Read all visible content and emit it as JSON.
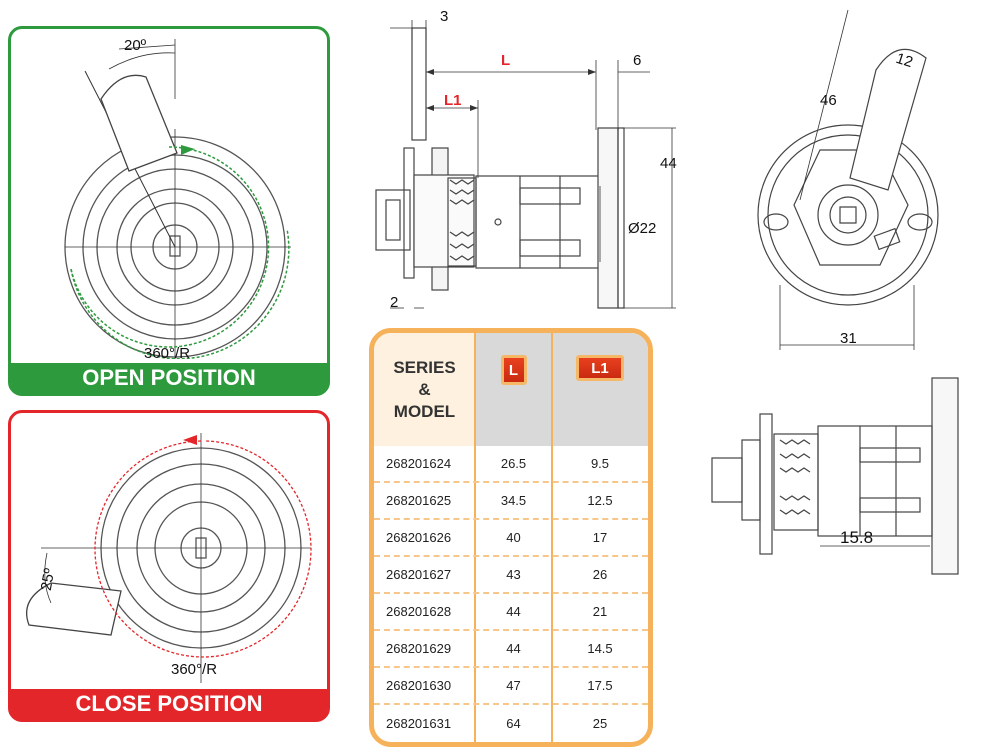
{
  "open_panel": {
    "title": "OPEN POSITION",
    "angle_label": "20º",
    "rotation_label": "360°/R",
    "color": "#2e9a3e"
  },
  "close_panel": {
    "title": "CLOSE   POSITION",
    "angle_label": "25º",
    "rotation_label": "360°/R",
    "color": "#e3262a"
  },
  "side_view": {
    "dim_3": "3",
    "dim_L": "L",
    "dim_6": "6",
    "dim_L1": "L1",
    "dim_44": "44",
    "dim_dia": "Ø22",
    "dim_2": "2"
  },
  "front_view": {
    "dim_12": "12",
    "dim_46": "46",
    "dim_31": "31"
  },
  "bottom_view": {
    "dim_15_8": "15.8"
  },
  "table": {
    "header_series": [
      "SERIES",
      "&",
      "MODEL"
    ],
    "header_L": "L",
    "header_L1": "L1",
    "border_color": "#f5b25a",
    "rows": [
      {
        "model": "268201624",
        "L": "26.5",
        "L1": "9.5"
      },
      {
        "model": "268201625",
        "L": "34.5",
        "L1": "12.5"
      },
      {
        "model": "268201626",
        "L": "40",
        "L1": "17"
      },
      {
        "model": "268201627",
        "L": "43",
        "L1": "26"
      },
      {
        "model": "268201628",
        "L": "44",
        "L1": "21"
      },
      {
        "model": "268201629",
        "L": "44",
        "L1": "14.5"
      },
      {
        "model": "268201630",
        "L": "47",
        "L1": "17.5"
      },
      {
        "model": "268201631",
        "L": "64",
        "L1": "25"
      }
    ]
  }
}
